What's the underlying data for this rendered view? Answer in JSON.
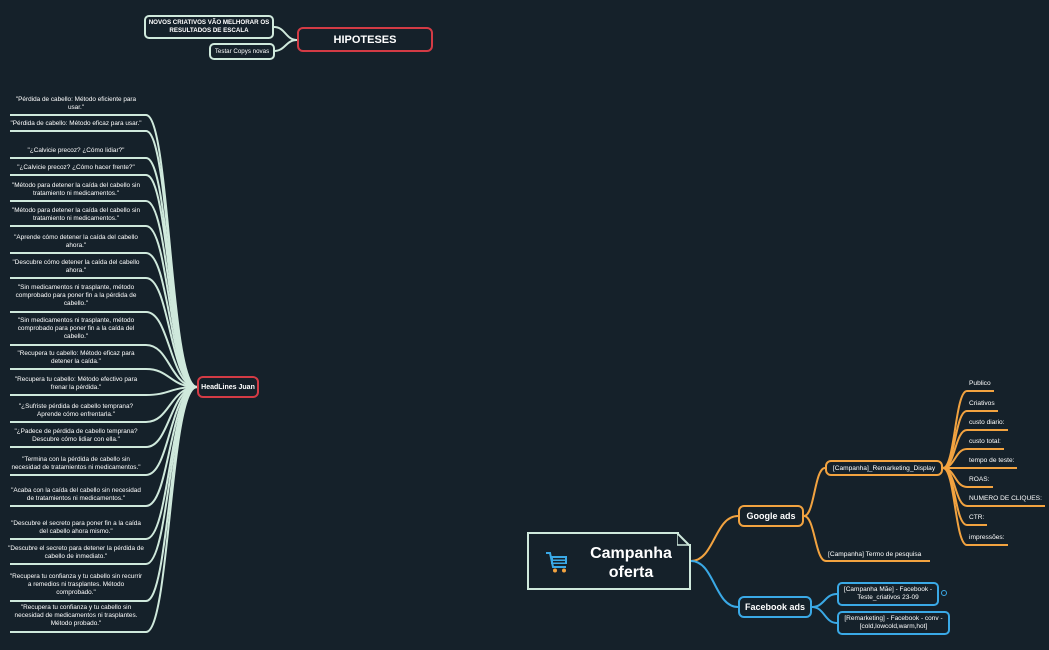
{
  "colors": {
    "background": "#15212a",
    "mint": "#cfe9dc",
    "red": "#d33b45",
    "orange": "#f2a340",
    "blue": "#3aa9e6"
  },
  "central": {
    "title": "Campanha oferta",
    "icon": "shopping-cart-icon"
  },
  "hypotheses": {
    "title": "HIPOTESES",
    "items": [
      "NOVOS CRIATIVOS VÃO MELHORAR OS RESULTADOS DE ESCALA",
      "Testar Copys novas"
    ]
  },
  "headlines": {
    "title": "HeadLines Juan",
    "items": [
      "\"Pérdida de cabello: Método eficiente para usar.\"",
      "\"Pérdida de cabello: Método eficaz para usar.\"",
      "\"¿Calvicie precoz? ¿Cómo lidiar?\"",
      "\"¿Calvicie precoz? ¿Cómo hacer frente?\"",
      "\"Método para detener la caída del cabello sin tratamiento ni medicamentos.\"",
      "\"Método para detener la caída del cabello sin tratamiento ni medicamentos.\"",
      "\"Aprende cómo detener la caída del cabello ahora.\"",
      "\"Descubre cómo detener la caída del cabello ahora.\"",
      "\"Sin medicamentos ni trasplante, método comprobado para poner fin a la pérdida de cabello.\"",
      "\"Sin medicamentos ni trasplante, método comprobado para poner fin a la caída del cabello.\"",
      "\"Recupera tu cabello: Método eficaz para detener la caída.\"",
      "\"Recupera tu cabello: Método efectivo para frenar la pérdida.\"",
      "\"¿Sufriste pérdida de cabello temprana? Aprende cómo enfrentarla.\"",
      "\"¿Padece de pérdida de cabello temprana? Descubre cómo lidiar con ella.\"",
      "\"Termina con la pérdida de cabello sin necesidad de tratamientos ni medicamentos.\"",
      "\"Acaba con la caída del cabello sin necesidad de tratamientos ni medicamentos.\"",
      "\"Descubre el secreto para poner fin a la caída del cabello ahora mismo.\"",
      "\"Descubre el secreto para detener la pérdida de cabello de inmediato.\"",
      "\"Recupera tu confianza y tu cabello sin recurrir a remedios ni trasplantes. Método comprobado.\"",
      "\"Recupera tu confianza y tu cabello sin necesidad de medicamentos ni trasplantes. Método probado.\""
    ]
  },
  "google": {
    "title": "Google ads",
    "campaigns": [
      "[Campanha]_Remarketing_Display",
      "[Campanha] Termo de pesquisa"
    ],
    "details": [
      "Publico",
      "Criativos",
      "custo diario:",
      "custo total:",
      "tempo de teste:",
      "ROAS:",
      "NUMERO DE CLIQUES:",
      "CTR:",
      "impressões:"
    ]
  },
  "facebook": {
    "title": "Facebook ads",
    "campaigns": [
      "[Campanha Mãe] - Facebook - Teste_criativos 23-09",
      "[Remarketing] - Facebook - conv - [cold,lowcold,warm,hot]"
    ]
  }
}
